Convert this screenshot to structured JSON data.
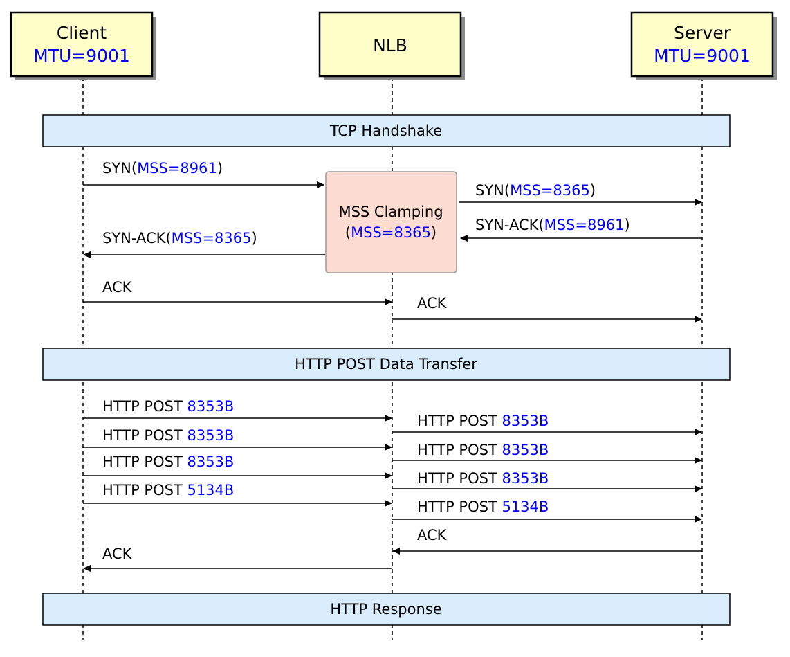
{
  "colors": {
    "participant_fill": "#fefec8",
    "participant_stroke": "#000000",
    "participant_shadow": "#8c8c8c",
    "divider_fill": "#d8ecfb",
    "note_fill": "#fddcd2",
    "note_stroke": "#9a9a9a",
    "highlight": "#0000ff",
    "line": "#000000"
  },
  "participants": [
    {
      "name": "Client",
      "mtu": "MTU=9001"
    },
    {
      "name": "NLB",
      "mtu": ""
    },
    {
      "name": "Server",
      "mtu": "MTU=9001"
    }
  ],
  "dividers": [
    {
      "label": "TCP Handshake"
    },
    {
      "label": "HTTP POST Data Transfer"
    },
    {
      "label": "HTTP Response"
    }
  ],
  "note": {
    "line1": "MSS Clamping",
    "line2_pre": "(",
    "line2_value": "MSS=8365",
    "line2_post": ")"
  },
  "messages": [
    {
      "label": "SYN(",
      "value": "MSS=8961",
      "suffix": ")"
    },
    {
      "label": "SYN(",
      "value": "MSS=8365",
      "suffix": ")"
    },
    {
      "label": "SYN-ACK(",
      "value": "MSS=8961",
      "suffix": ")"
    },
    {
      "label": "SYN-ACK(",
      "value": "MSS=8365",
      "suffix": ")"
    },
    {
      "label": "ACK",
      "value": "",
      "suffix": ""
    },
    {
      "label": "ACK",
      "value": "",
      "suffix": ""
    },
    {
      "label": "HTTP POST ",
      "value": "8353B",
      "suffix": ""
    },
    {
      "label": "HTTP POST ",
      "value": "8353B",
      "suffix": ""
    },
    {
      "label": "HTTP POST ",
      "value": "8353B",
      "suffix": ""
    },
    {
      "label": "HTTP POST ",
      "value": "8353B",
      "suffix": ""
    },
    {
      "label": "HTTP POST ",
      "value": "8353B",
      "suffix": ""
    },
    {
      "label": "HTTP POST ",
      "value": "8353B",
      "suffix": ""
    },
    {
      "label": "HTTP POST ",
      "value": "5134B",
      "suffix": ""
    },
    {
      "label": "HTTP POST ",
      "value": "5134B",
      "suffix": ""
    },
    {
      "label": "ACK",
      "value": "",
      "suffix": ""
    },
    {
      "label": "ACK",
      "value": "",
      "suffix": ""
    }
  ]
}
